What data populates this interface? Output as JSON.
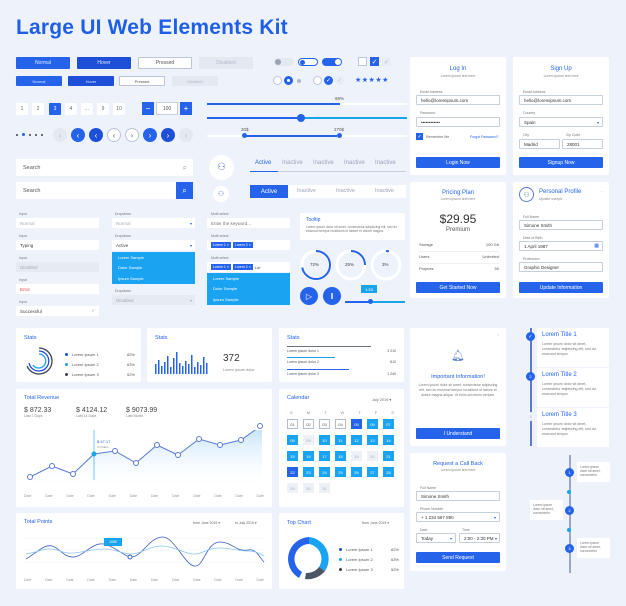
{
  "title": "Large UI Web Elements Kit",
  "buttons": {
    "large": [
      "Normal",
      "Hover",
      "Pressed",
      "Disabled"
    ],
    "small": [
      "Normal",
      "Hover",
      "Pressed",
      "Disabled"
    ]
  },
  "pagination": {
    "pages": [
      "1",
      "2",
      "3",
      "4",
      "...",
      "9",
      "10"
    ],
    "active": "3"
  },
  "stepper": {
    "minus": "−",
    "value": "100",
    "plus": "+"
  },
  "sliders": {
    "single_label": "69%",
    "range_low": "30$",
    "range_high": "270$"
  },
  "rating": {
    "stars": "★★★★★"
  },
  "search": {
    "placeholder1": "Search",
    "placeholder2": "Search"
  },
  "tabs": {
    "underline": [
      "Active",
      "Inactive",
      "Inactive",
      "Inactive",
      "Inactive"
    ],
    "pill": [
      "Active",
      "Inactive",
      "Inactive",
      "Inactive"
    ]
  },
  "inputs": [
    {
      "label": "Input",
      "value": "Normal",
      "state": "normal"
    },
    {
      "label": "Input",
      "value": "Typing",
      "state": "typing"
    },
    {
      "label": "Input",
      "value": "Disabled",
      "state": "disabled"
    },
    {
      "label": "Input",
      "value": "Error",
      "state": "error"
    },
    {
      "label": "Input",
      "value": "Successful",
      "state": "success"
    }
  ],
  "dropdowns": {
    "normal": {
      "label": "Dropdown",
      "value": "Normal"
    },
    "active": {
      "label": "Dropdown",
      "value": "Active",
      "options": [
        "Lorem Sample",
        "Dolor Sample",
        "Ipsum Sample"
      ]
    },
    "disabled": {
      "label": "Dropdown",
      "value": "Disabled"
    }
  },
  "multiselect": {
    "label": "Multi select",
    "placeholder": "Enter the keyword...",
    "tags": [
      "Lorem 1",
      "Lorem 2"
    ],
    "typing": "Lor",
    "options": [
      "Lorem Sample",
      "Dolor Sample",
      "Ipsum Sample"
    ]
  },
  "tooltip": {
    "title": "Tooltip",
    "text": "Lorem ipsum dolor sit amet, consectetur adipiscing elit, sed do eiusmod tempor incididunt ut labore et dolore magna."
  },
  "progress": [
    "72%",
    "25%",
    "3%"
  ],
  "media": {
    "slider_value": "1:33"
  },
  "login": {
    "title": "Log In",
    "subtitle": "Lorem ipsum text here",
    "email_label": "Email Address",
    "email": "hello@loremipsum.com",
    "password_label": "Password",
    "password": "••••••••••••",
    "remember": "Remember Me",
    "forgot": "Forgot Password?",
    "button": "Login Now"
  },
  "signup": {
    "title": "Sign Up",
    "subtitle": "Lorem ipsum text here",
    "email_label": "Email Address",
    "email": "hello@loremipsum.com",
    "country_label": "Country",
    "country": "Spain",
    "city_label": "City",
    "city": "Madrid",
    "zip_label": "Zip Code",
    "zip": "28001",
    "button": "Signup Now"
  },
  "pricing": {
    "title": "Pricing Plan",
    "subtitle": "Lorem ipsum text here",
    "price": "$29.95",
    "plan": "Premium",
    "rows": [
      {
        "k": "Storage",
        "v": "100 Gb"
      },
      {
        "k": "Users",
        "v": "Unlimited"
      },
      {
        "k": "Projects",
        "v": "50"
      }
    ],
    "button": "Get Started Now"
  },
  "profile": {
    "title": "Personal Profile",
    "subtitle": "Update userpic",
    "name_label": "Full Name",
    "name": "Simone Smith",
    "dob_label": "Date of Birth",
    "dob": "1 April 1987",
    "prof_label": "Profession",
    "prof": "Graphic Designer",
    "button": "Update Information"
  },
  "stats1": {
    "title": "Stats",
    "items": [
      {
        "label": "Lorem Ipsum 1",
        "value": "82%",
        "color": "#1d4fd8"
      },
      {
        "label": "Lorem Ipsum 2",
        "value": "63%",
        "color": "#1aa3f0"
      },
      {
        "label": "Lorem Ipsum 3",
        "value": "52%",
        "color": "#3b4252"
      }
    ]
  },
  "stats2": {
    "title": "Stats",
    "value": "372",
    "caption": "Lorem ipsum dolor"
  },
  "stats3": {
    "title": "Stats",
    "rows": [
      {
        "label": "Lorem ipsum dolor 1",
        "value": "3 210"
      },
      {
        "label": "Lorem ipsum dolor 2",
        "value": "810"
      },
      {
        "label": "Lorem ipsum dolor 3",
        "value": "1 240"
      }
    ]
  },
  "revenue": {
    "title": "Total Revenue",
    "kpis": [
      {
        "value": "$ 872.33",
        "label": "Last 7 Days"
      },
      {
        "value": "$ 4124.12",
        "label": "Last 14 Days"
      },
      {
        "value": "$ 9073.99",
        "label": "Last Month"
      }
    ],
    "tooltip_value": "$ 47.17",
    "tooltip_sub": "3 Orders",
    "x_label": "Date"
  },
  "calendar": {
    "title": "Calendar",
    "month": "July 2019 ▾",
    "weekdays": [
      "S",
      "M",
      "T",
      "W",
      "T",
      "F",
      "S"
    ]
  },
  "points": {
    "title": "Total Points",
    "from": "from June 2019 ▾",
    "to": "to July 2019 ▾",
    "tooltip": "1089",
    "x_label": "Date"
  },
  "topchart": {
    "title": "Top Chart",
    "from": "from June 2019 ▾",
    "items": [
      {
        "label": "Lorem Ipsum 1",
        "value": "82%"
      },
      {
        "label": "Lorem Ipsum 2",
        "value": "63%"
      },
      {
        "label": "Lorem Ipsum 3",
        "value": "52%"
      }
    ]
  },
  "notice": {
    "title": "Important Information!",
    "text": "Lorem ipsum dolor sit amet, consectetur adipiscing elit, sed do eiusmod tempor incididunt ut labore et dolore magna aliqua. Ut enim ad minim veniam.",
    "button": "I Understand"
  },
  "callback": {
    "title": "Request a Call Back",
    "subtitle": "Lorem ipsum text here",
    "name_label": "Full Name",
    "name": "Simone Smith",
    "phone_label": "Phone Number",
    "phone": "+ 1 234 567 890",
    "date_label": "Date",
    "date": "Today",
    "time_label": "Time",
    "time": "2:00 - 2:30 PM",
    "button": "Send Request"
  },
  "timeline": [
    {
      "title": "Lorem Title 1",
      "text": "Lorem ipsum dolor sit amet, consectetur adipiscing elit, sed do eiusmod tempor."
    },
    {
      "title": "Lorem Title 2",
      "text": "Lorem ipsum dolor sit amet, consectetur adipiscing elit, sed do eiusmod tempor."
    },
    {
      "title": "Lorem Title 3",
      "text": "Lorem ipsum dolor sit amet, consectetur adipiscing elit, sed do eiusmod tempor."
    }
  ],
  "timeline2": [
    {
      "n": "1",
      "text": "Lorem ipsum dolor sit amet, consectetur"
    },
    {
      "n": "2",
      "text": "Lorem ipsum dolor sit amet, consectetur"
    },
    {
      "n": "3",
      "text": "Lorem ipsum dolor sit amet, consectetur"
    }
  ]
}
